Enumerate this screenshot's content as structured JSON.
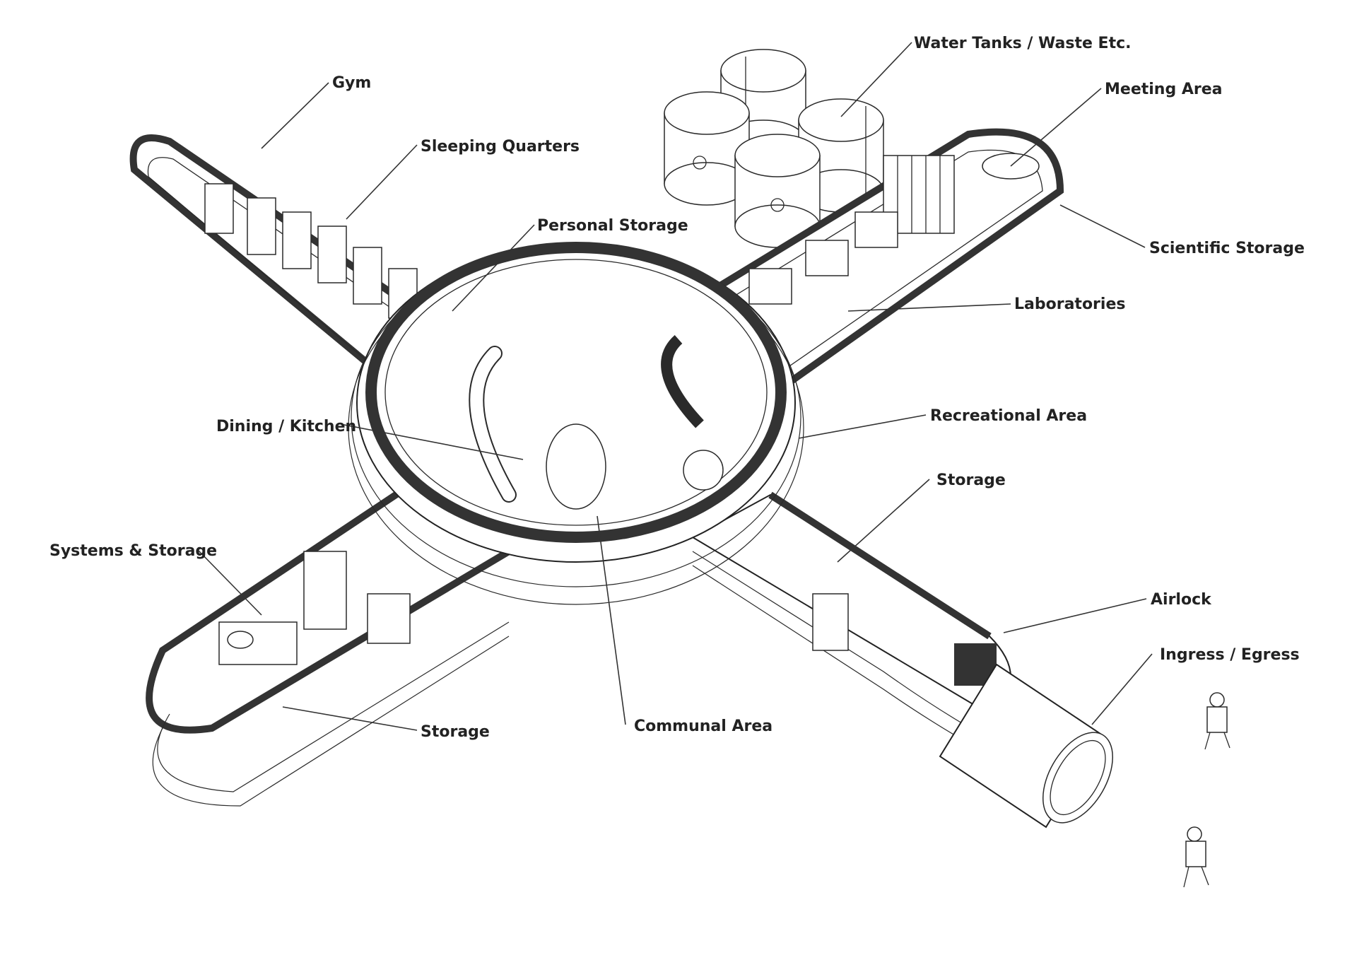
{
  "diagram": {
    "labels": {
      "water_tanks": "Water Tanks / Waste Etc.",
      "gym": "Gym",
      "meeting_area": "Meeting Area",
      "sleeping_quarters": "Sleeping Quarters",
      "personal_storage": "Personal Storage",
      "scientific_storage": "Scientific Storage",
      "laboratories": "Laboratories",
      "recreational_area": "Recreational Area",
      "dining_kitchen": "Dining / Kitchen",
      "storage_right": "Storage",
      "systems_storage": "Systems & Storage",
      "airlock": "Airlock",
      "ingress_egress": "Ingress / Egress",
      "storage_bottom": "Storage",
      "communal_area": "Communal Area"
    }
  },
  "colors": {
    "background": "#ffffff",
    "line": "#222222",
    "wall": "#3a3a3a"
  }
}
